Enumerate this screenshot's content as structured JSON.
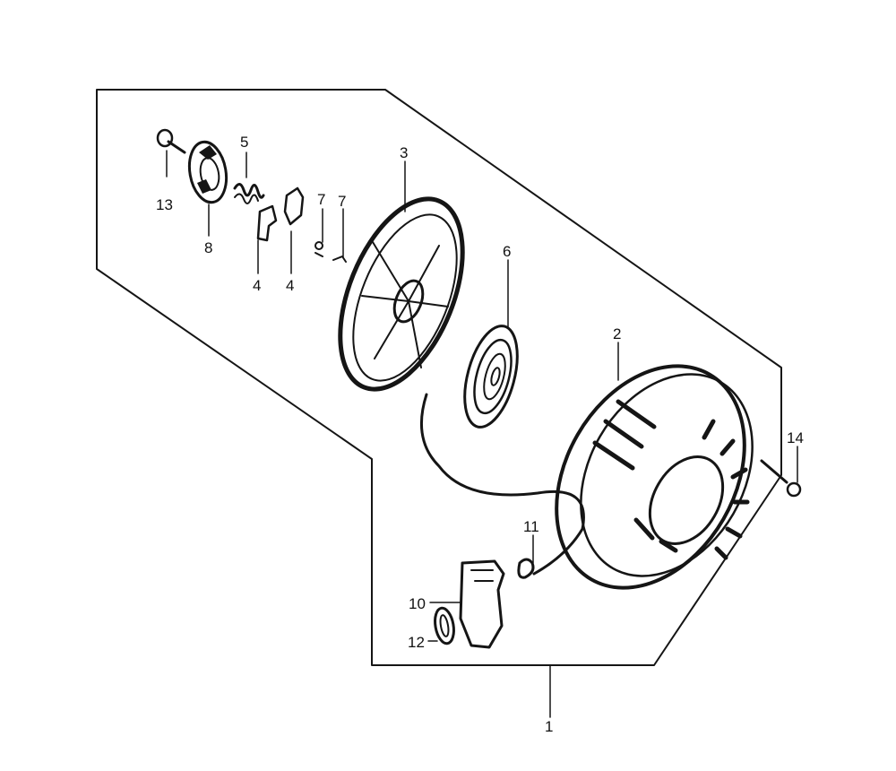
{
  "diagram": {
    "kind": "exploded parts diagram",
    "colors": {
      "ink": "#151515",
      "paper": "#ffffff"
    },
    "callouts": [
      {
        "id": "callout-1",
        "label": "1"
      },
      {
        "id": "callout-2",
        "label": "2"
      },
      {
        "id": "callout-3",
        "label": "3"
      },
      {
        "id": "callout-4a",
        "label": "4"
      },
      {
        "id": "callout-4b",
        "label": "4"
      },
      {
        "id": "callout-5",
        "label": "5"
      },
      {
        "id": "callout-6",
        "label": "6"
      },
      {
        "id": "callout-7a",
        "label": "7"
      },
      {
        "id": "callout-7b",
        "label": "7"
      },
      {
        "id": "callout-8",
        "label": "8"
      },
      {
        "id": "callout-10",
        "label": "10"
      },
      {
        "id": "callout-11",
        "label": "11"
      },
      {
        "id": "callout-12",
        "label": "12"
      },
      {
        "id": "callout-13",
        "label": "13"
      },
      {
        "id": "callout-14",
        "label": "14"
      }
    ]
  }
}
